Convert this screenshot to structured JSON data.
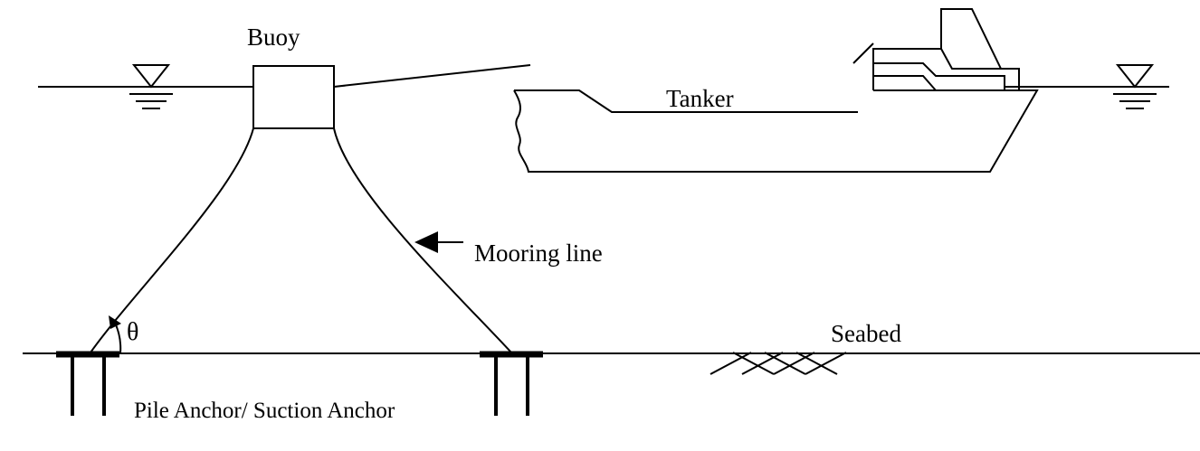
{
  "labels": {
    "buoy": "Buoy",
    "tanker": "Tanker",
    "mooring_line": "Mooring line",
    "seabed": "Seabed",
    "theta": "θ",
    "anchor": "Pile Anchor/ Suction Anchor"
  },
  "colors": {
    "line": "#000000",
    "background": "#ffffff"
  }
}
